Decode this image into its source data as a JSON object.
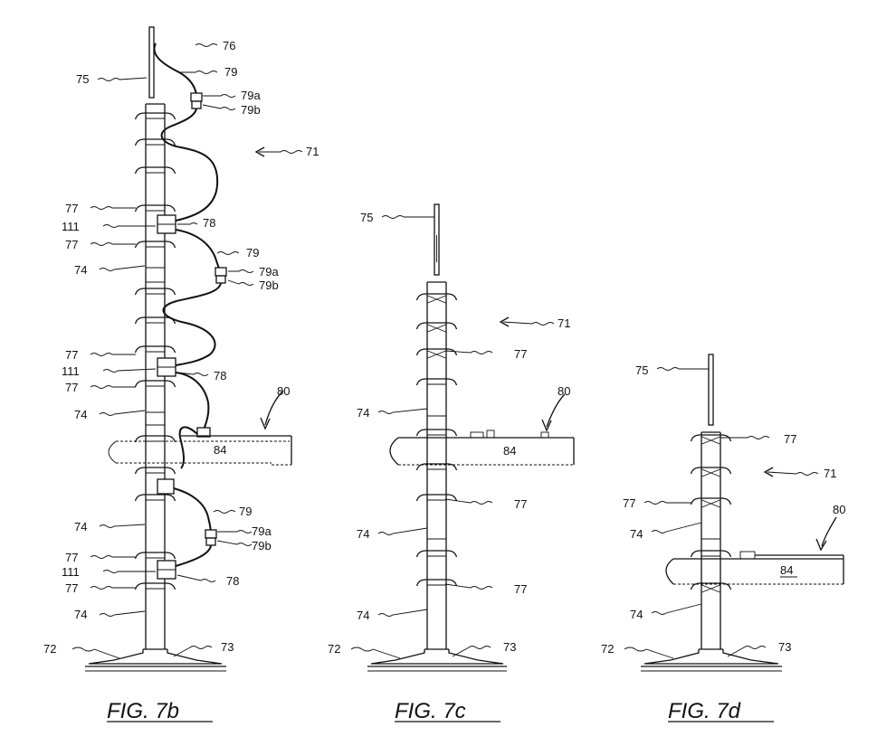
{
  "figures": [
    {
      "caption": "FIG. 7b",
      "labels": {
        "antenna": "75",
        "tip": "76",
        "cable": "79",
        "c_a": "79a",
        "c_b": "79b",
        "assembly": "71",
        "clamp": "77",
        "mount": "111",
        "junction": "78",
        "section": "74",
        "base": "72",
        "foot": "73",
        "platform": "80",
        "bracket": "84"
      }
    },
    {
      "caption": "FIG. 7c",
      "labels": {
        "antenna": "75",
        "assembly": "71",
        "clamp": "77",
        "platform": "80",
        "bracket": "84",
        "section": "74",
        "base": "72",
        "foot": "73"
      }
    },
    {
      "caption": "FIG. 7d",
      "labels": {
        "antenna": "75",
        "clamp": "77",
        "assembly": "71",
        "platform": "80",
        "bracket": "84",
        "section": "74",
        "base": "72",
        "foot": "73"
      }
    }
  ]
}
